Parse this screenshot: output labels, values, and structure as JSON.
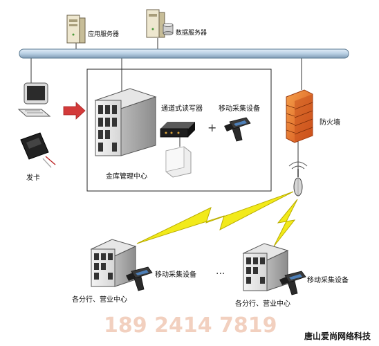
{
  "labels": {
    "app_server": "应用服务器",
    "db_server": "数据服务器",
    "card_issue": "发卡",
    "channel_reader": "通道式读写器",
    "mobile_collector_top": "移动采集设备",
    "vault_center": "金库管理中心",
    "firewall": "防火墙",
    "branch_left": "各分行、营业中心",
    "mobile_collector_left": "移动采集设备",
    "ellipsis": "···",
    "branch_right": "各分行、营业中心",
    "mobile_collector_right": "移动采集设备",
    "plus": "+"
  },
  "watermark": {
    "phone": "189 2414 7819",
    "brand": "唐山爱尚网络科技"
  },
  "colors": {
    "bus": "#b8cfe3",
    "bus_stroke": "#5a7890",
    "arrow": "#d33a3a",
    "lightning": "#f2ea1a",
    "firewall": "#e96a1e",
    "watermark_phone": "#f0c8b4"
  },
  "icons": [
    "server-icon",
    "database-icon",
    "computer-icon",
    "card-reader-icon",
    "mainframe-icon",
    "rfid-reader-icon",
    "antenna-icon",
    "handheld-icon",
    "firewall-icon",
    "wireless-ap-icon",
    "lightning-icon"
  ]
}
